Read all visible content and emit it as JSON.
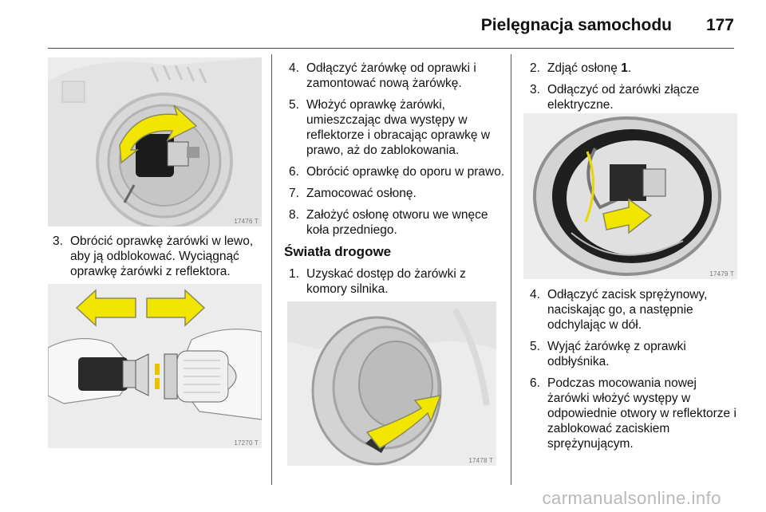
{
  "header": {
    "title": "Pielęgnacja samochodu",
    "page_number": "177"
  },
  "column_left": {
    "figure_top_code": "17476 T",
    "steps": [
      {
        "num": "3.",
        "text": "Obrócić oprawkę żarówki w lewo, aby ją odblokować. Wyciągnąć oprawkę żarówki z reflektora."
      }
    ],
    "figure_bottom_code": "17270 T"
  },
  "column_middle": {
    "steps": [
      {
        "num": "4.",
        "text": "Odłączyć żarówkę od oprawki i zamontować nową żarówkę."
      },
      {
        "num": "5.",
        "text": "Włożyć oprawkę żarówki, umieszczając dwa występy w reflektorze i obracając oprawkę w prawo, aż do zablokowania."
      },
      {
        "num": "6.",
        "text": "Obrócić oprawkę do oporu w prawo."
      },
      {
        "num": "7.",
        "text": "Zamocować osłonę."
      },
      {
        "num": "8.",
        "text": "Założyć osłonę otworu we wnęce koła przedniego."
      }
    ],
    "section_heading": "Światła drogowe",
    "section_steps": [
      {
        "num": "1.",
        "text": "Uzyskać dostęp do żarówki z komory silnika."
      }
    ],
    "figure_code": "17478 T"
  },
  "column_right": {
    "steps_top": [
      {
        "num": "2.",
        "text": "Zdjąć osłonę",
        "bold_suffix": "1",
        "suffix": "."
      },
      {
        "num": "3.",
        "text": "Odłączyć od żarówki złącze elektryczne."
      }
    ],
    "figure_code": "17479 T",
    "steps_bottom": [
      {
        "num": "4.",
        "text": "Odłączyć zacisk sprężynowy, naciskając go, a następnie odchylając w dół."
      },
      {
        "num": "5.",
        "text": "Wyjąć żarówkę z oprawki odbłyśnika."
      },
      {
        "num": "6.",
        "text": "Podczas mocowania nowej żarówki włożyć występy w odpowiednie otwory w reflektorze i zablokować zaciskiem sprężynującym."
      }
    ]
  },
  "watermark": "carmanualsonline.info",
  "colors": {
    "arrow_yellow": "#f2e600",
    "arrow_outline": "#8a8a5a",
    "figure_bg": "#e9e9e9"
  }
}
